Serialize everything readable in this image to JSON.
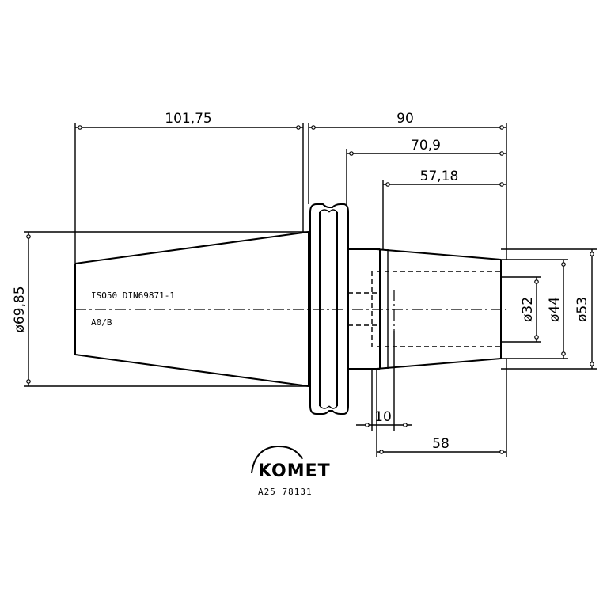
{
  "drawing": {
    "dimensions": {
      "taper_length": "101,75",
      "overall_length": "90",
      "flange_to_end": "70,9",
      "bore_depth": "57,18",
      "depth_58": "58",
      "offset_10": "10",
      "taper_diameter": "ø69,85",
      "dia_32": "ø32",
      "dia_44": "ø44",
      "dia_53": "ø53"
    },
    "notes": {
      "standard": "ISO50 DIN69871-1",
      "form": "A0/B"
    },
    "logo": {
      "brand": "KOMET",
      "part_code": "A25 78131"
    }
  }
}
